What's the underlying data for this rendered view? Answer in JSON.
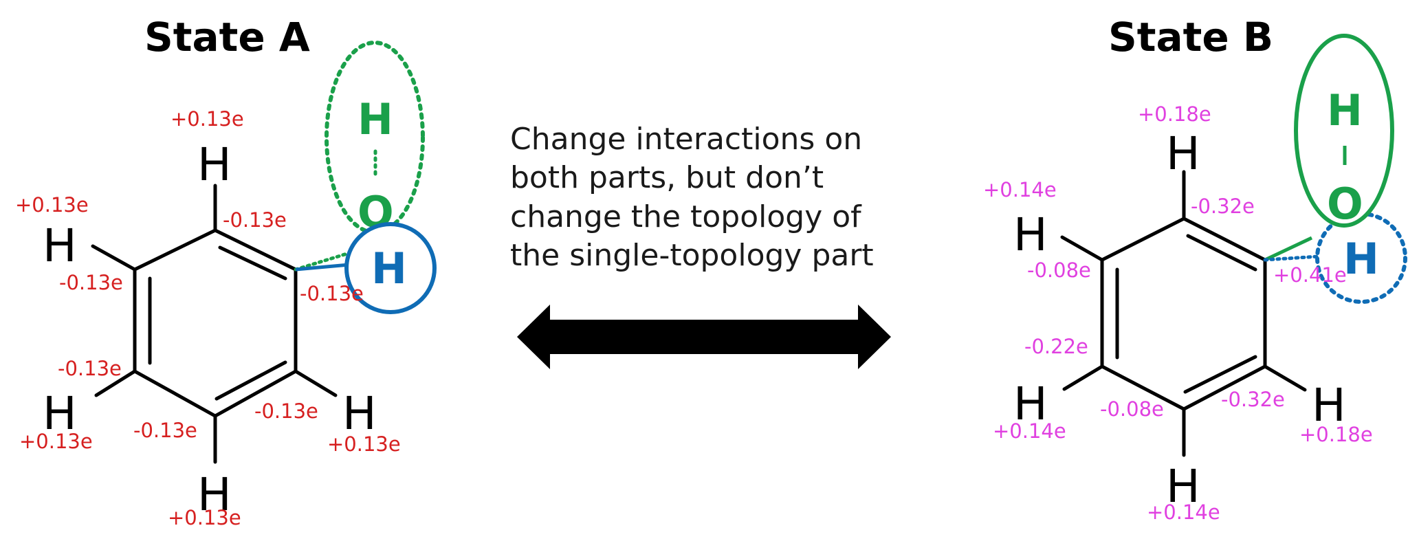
{
  "state_a": {
    "title": "State A",
    "atom_h": "H",
    "atom_o": "O",
    "charge_h": "+0.13e",
    "charge_c": "-0.13e"
  },
  "state_b": {
    "title": "State B",
    "atom_h": "H",
    "atom_o": "O",
    "charge_h_top": "+0.18e",
    "charge_h_left": "+0.14e",
    "charge_h_bottom_left": "+0.14e",
    "charge_h_bottom": "+0.14e",
    "charge_h_right": "+0.18e",
    "charge_c_top": "-0.32e",
    "charge_c_ipso": "+0.41e",
    "charge_c_left_top": "-0.08e",
    "charge_c_left": "-0.22e",
    "charge_c_bottom": "-0.08e",
    "charge_c_bottom_right": "-0.32e"
  },
  "caption": {
    "line1": "Change interactions on",
    "line2": "both parts, but don’t",
    "line3": "change the topology of",
    "line4": "the single-topology part"
  },
  "colors": {
    "charge_state_a": "#d62020",
    "charge_state_b": "#e040e0",
    "dummy_group_green": "#1aa04a",
    "dummy_group_blue": "#0f6cb5",
    "arrow": "#000000"
  }
}
